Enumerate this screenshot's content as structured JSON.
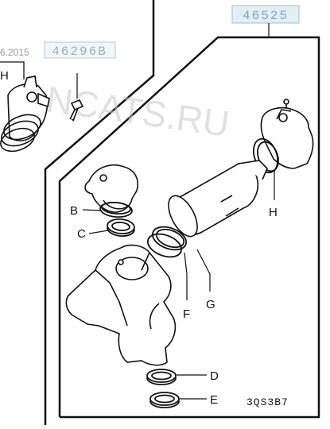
{
  "part_number_main": "46525",
  "part_number_secondary": "46296B",
  "date_fragment": "6.2015",
  "watermark": "NCATS.RU",
  "diagram_code": "3QS3B7",
  "callouts": {
    "b": "B",
    "c": "C",
    "d": "D",
    "e": "E",
    "f": "F",
    "g": "G",
    "h_main": "H",
    "h_inset": "H"
  },
  "colors": {
    "line": "#111111",
    "part_box_fill": "#e4eef5",
    "part_box_text": "#7fa9c4"
  }
}
